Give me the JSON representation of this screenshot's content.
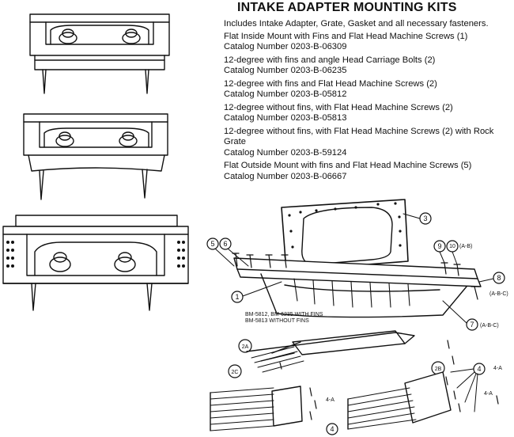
{
  "title": "INTAKE ADAPTER MOUNTING KITS",
  "intro": "Includes Intake Adapter, Grate, Gasket and all necessary fasteners.",
  "kits": [
    {
      "desc": "Flat Inside Mount with Fins and Flat Head Machine Screws (1)",
      "catalog": "Catalog Number 0203-B-06309"
    },
    {
      "desc": "12-degree with fins and angle Head Carriage Bolts (2)",
      "catalog": "Catalog Number 0203-B-06235"
    },
    {
      "desc": "12-degree with fins and Flat Head Machine Screws (2)",
      "catalog": "Catalog Number 0203-B-05812"
    },
    {
      "desc": "12-degree without fins, with Flat Head Machine Screws (2)",
      "catalog": "Catalog Number 0203-B-05813"
    },
    {
      "desc": "12-degree without fins, with Flat Head Machine Screws (2) with Rock Grate",
      "catalog": "Catalog Number 0203-B-59124"
    },
    {
      "desc": "Flat Outside Mount with fins and Flat Head Machine Screws (5)",
      "catalog": "Catalog Number 0203-B-06667"
    }
  ],
  "diagram": {
    "callouts": {
      "c1": "1",
      "c3": "3",
      "c5": "5",
      "c6": "6",
      "c7": "7",
      "c8": "8",
      "c9": "9",
      "c10": "10",
      "c2a": "2A",
      "c2b": "2B",
      "c2c": "2C",
      "c4a": "4",
      "c4b": "4"
    },
    "labels": {
      "ab": "(A-B)",
      "abc1": "(A-B-C)",
      "abc2": "(A-B-C)",
      "a4_1": "4-A",
      "a4_2": "4-A",
      "a4_3": "4-A"
    },
    "note_line1": "BM-5812, BM-6235 WITH FINS",
    "note_line2": "BM-5813 WITHOUT FINS"
  }
}
